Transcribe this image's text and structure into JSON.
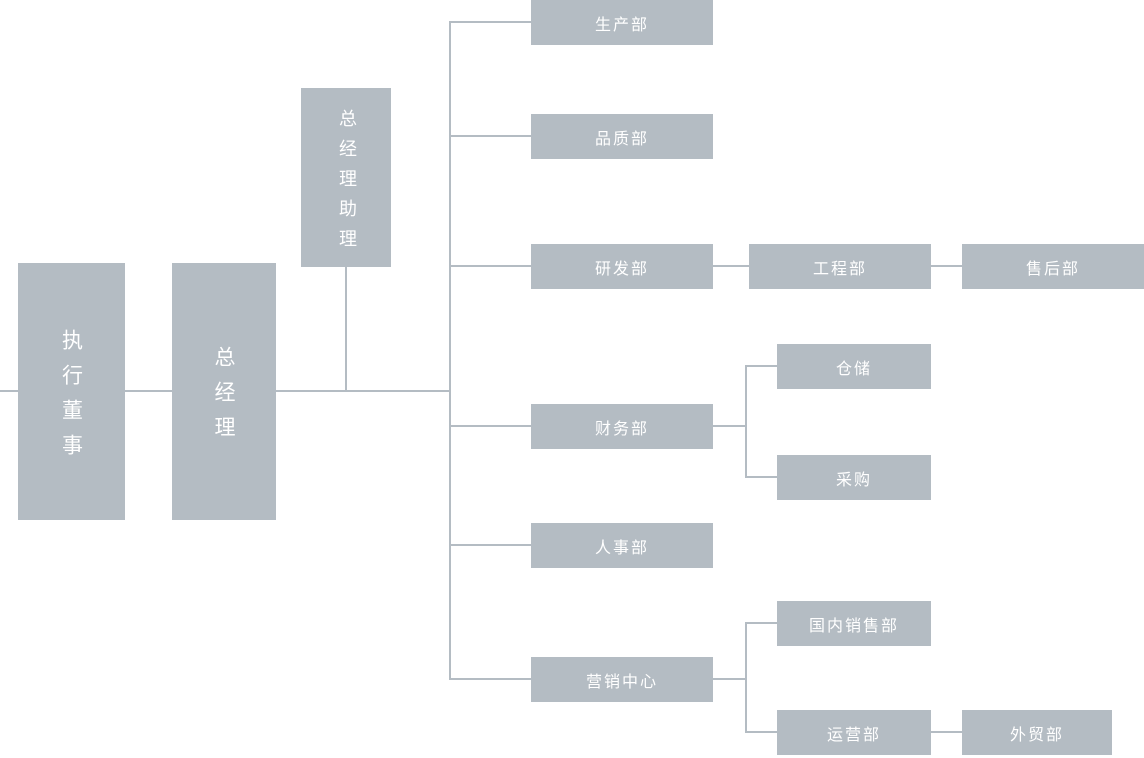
{
  "diagram": {
    "type": "org-chart",
    "orientation": "left-to-right"
  },
  "colors": {
    "box": "#b4bcc3",
    "line": "#b4bcc3",
    "text": "#ffffff",
    "background": "#ffffff"
  },
  "nodes": {
    "executive_director": "执行董事",
    "general_manager": "总经理",
    "gm_assistant": "总经理助理",
    "production": "生产部",
    "quality": "品质部",
    "rnd": "研发部",
    "engineering": "工程部",
    "after_sales": "售后部",
    "finance": "财务部",
    "warehouse": "仓储",
    "purchasing": "采购",
    "hr": "人事部",
    "marketing": "营销中心",
    "domestic_sales": "国内销售部",
    "operations": "运营部",
    "foreign_trade": "外贸部"
  },
  "edges": [
    [
      "executive_director",
      "general_manager"
    ],
    [
      "general_manager",
      "gm_assistant"
    ],
    [
      "general_manager",
      "production"
    ],
    [
      "general_manager",
      "quality"
    ],
    [
      "general_manager",
      "rnd"
    ],
    [
      "general_manager",
      "finance"
    ],
    [
      "general_manager",
      "hr"
    ],
    [
      "general_manager",
      "marketing"
    ],
    [
      "rnd",
      "engineering"
    ],
    [
      "engineering",
      "after_sales"
    ],
    [
      "finance",
      "warehouse"
    ],
    [
      "finance",
      "purchasing"
    ],
    [
      "marketing",
      "domestic_sales"
    ],
    [
      "marketing",
      "operations"
    ],
    [
      "operations",
      "foreign_trade"
    ]
  ]
}
